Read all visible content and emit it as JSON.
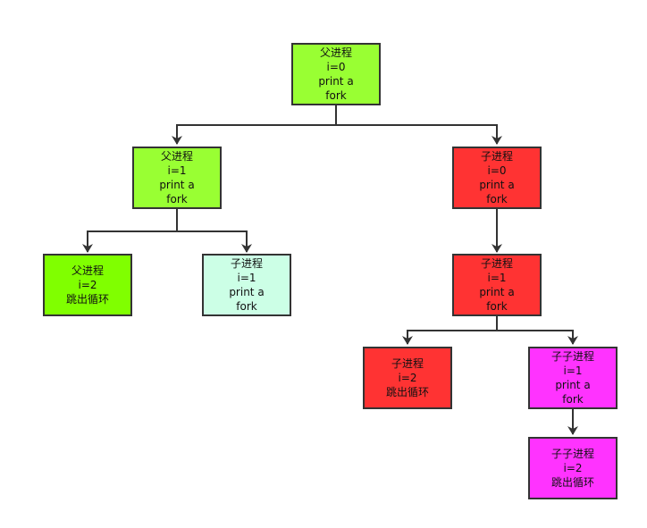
{
  "colors": {
    "parent": "#99ff33",
    "parent_exit": "#80ff00",
    "child_pale": "#ccffe6",
    "child": "#ff3333",
    "grandchild": "#ff33ff",
    "edge": "#333333"
  },
  "nodes": {
    "root": {
      "lines": [
        "父进程",
        "i=0",
        "print a",
        "fork"
      ]
    },
    "p1": {
      "lines": [
        "父进程",
        "i=1",
        "print a",
        "fork"
      ]
    },
    "c0": {
      "lines": [
        "子进程",
        "i=0",
        "print a",
        "fork"
      ]
    },
    "p2": {
      "lines": [
        "父进程",
        "i=2",
        "跳出循环"
      ]
    },
    "c1a": {
      "lines": [
        "子进程",
        "i=1",
        "print a",
        "fork"
      ]
    },
    "c1b": {
      "lines": [
        "子进程",
        "i=1",
        "print a",
        "fork"
      ]
    },
    "c2": {
      "lines": [
        "子进程",
        "i=2",
        "跳出循环"
      ]
    },
    "gc1": {
      "lines": [
        "子子进程",
        "i=1",
        "print a",
        "fork"
      ]
    },
    "gc2": {
      "lines": [
        "子子进程",
        "i=2",
        "跳出循环"
      ]
    }
  }
}
